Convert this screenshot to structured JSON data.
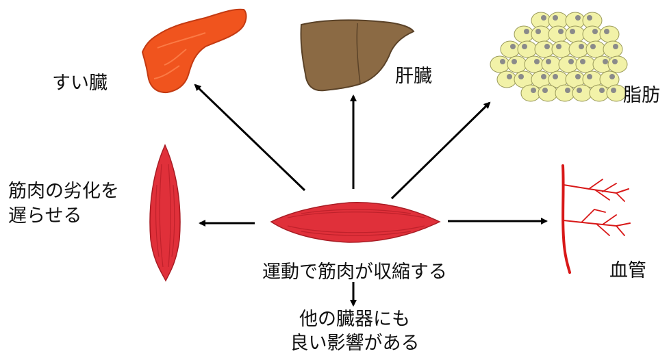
{
  "labels": {
    "pancreas": "すい臓",
    "liver": "肝臓",
    "fat": "脂肪",
    "muscle_aging_line1": "筋肉の劣化を",
    "muscle_aging_line2": "遅らせる",
    "blood_vessel": "血管",
    "center": "運動で筋肉が収縮する",
    "effect_line1": "他の臓器にも",
    "effect_line2": "良い影響がある"
  },
  "colors": {
    "pancreas": "#f0541e",
    "liver": "#8b6a44",
    "fat": "#f2f2a8",
    "fat_nucleus": "#8a8a8a",
    "muscle": "#e0303a",
    "vessel": "#d81818",
    "arrow": "#000000"
  },
  "icons": [
    "pancreas-icon",
    "liver-icon",
    "fat-cells-icon",
    "muscle-icon",
    "blood-vessel-icon"
  ]
}
